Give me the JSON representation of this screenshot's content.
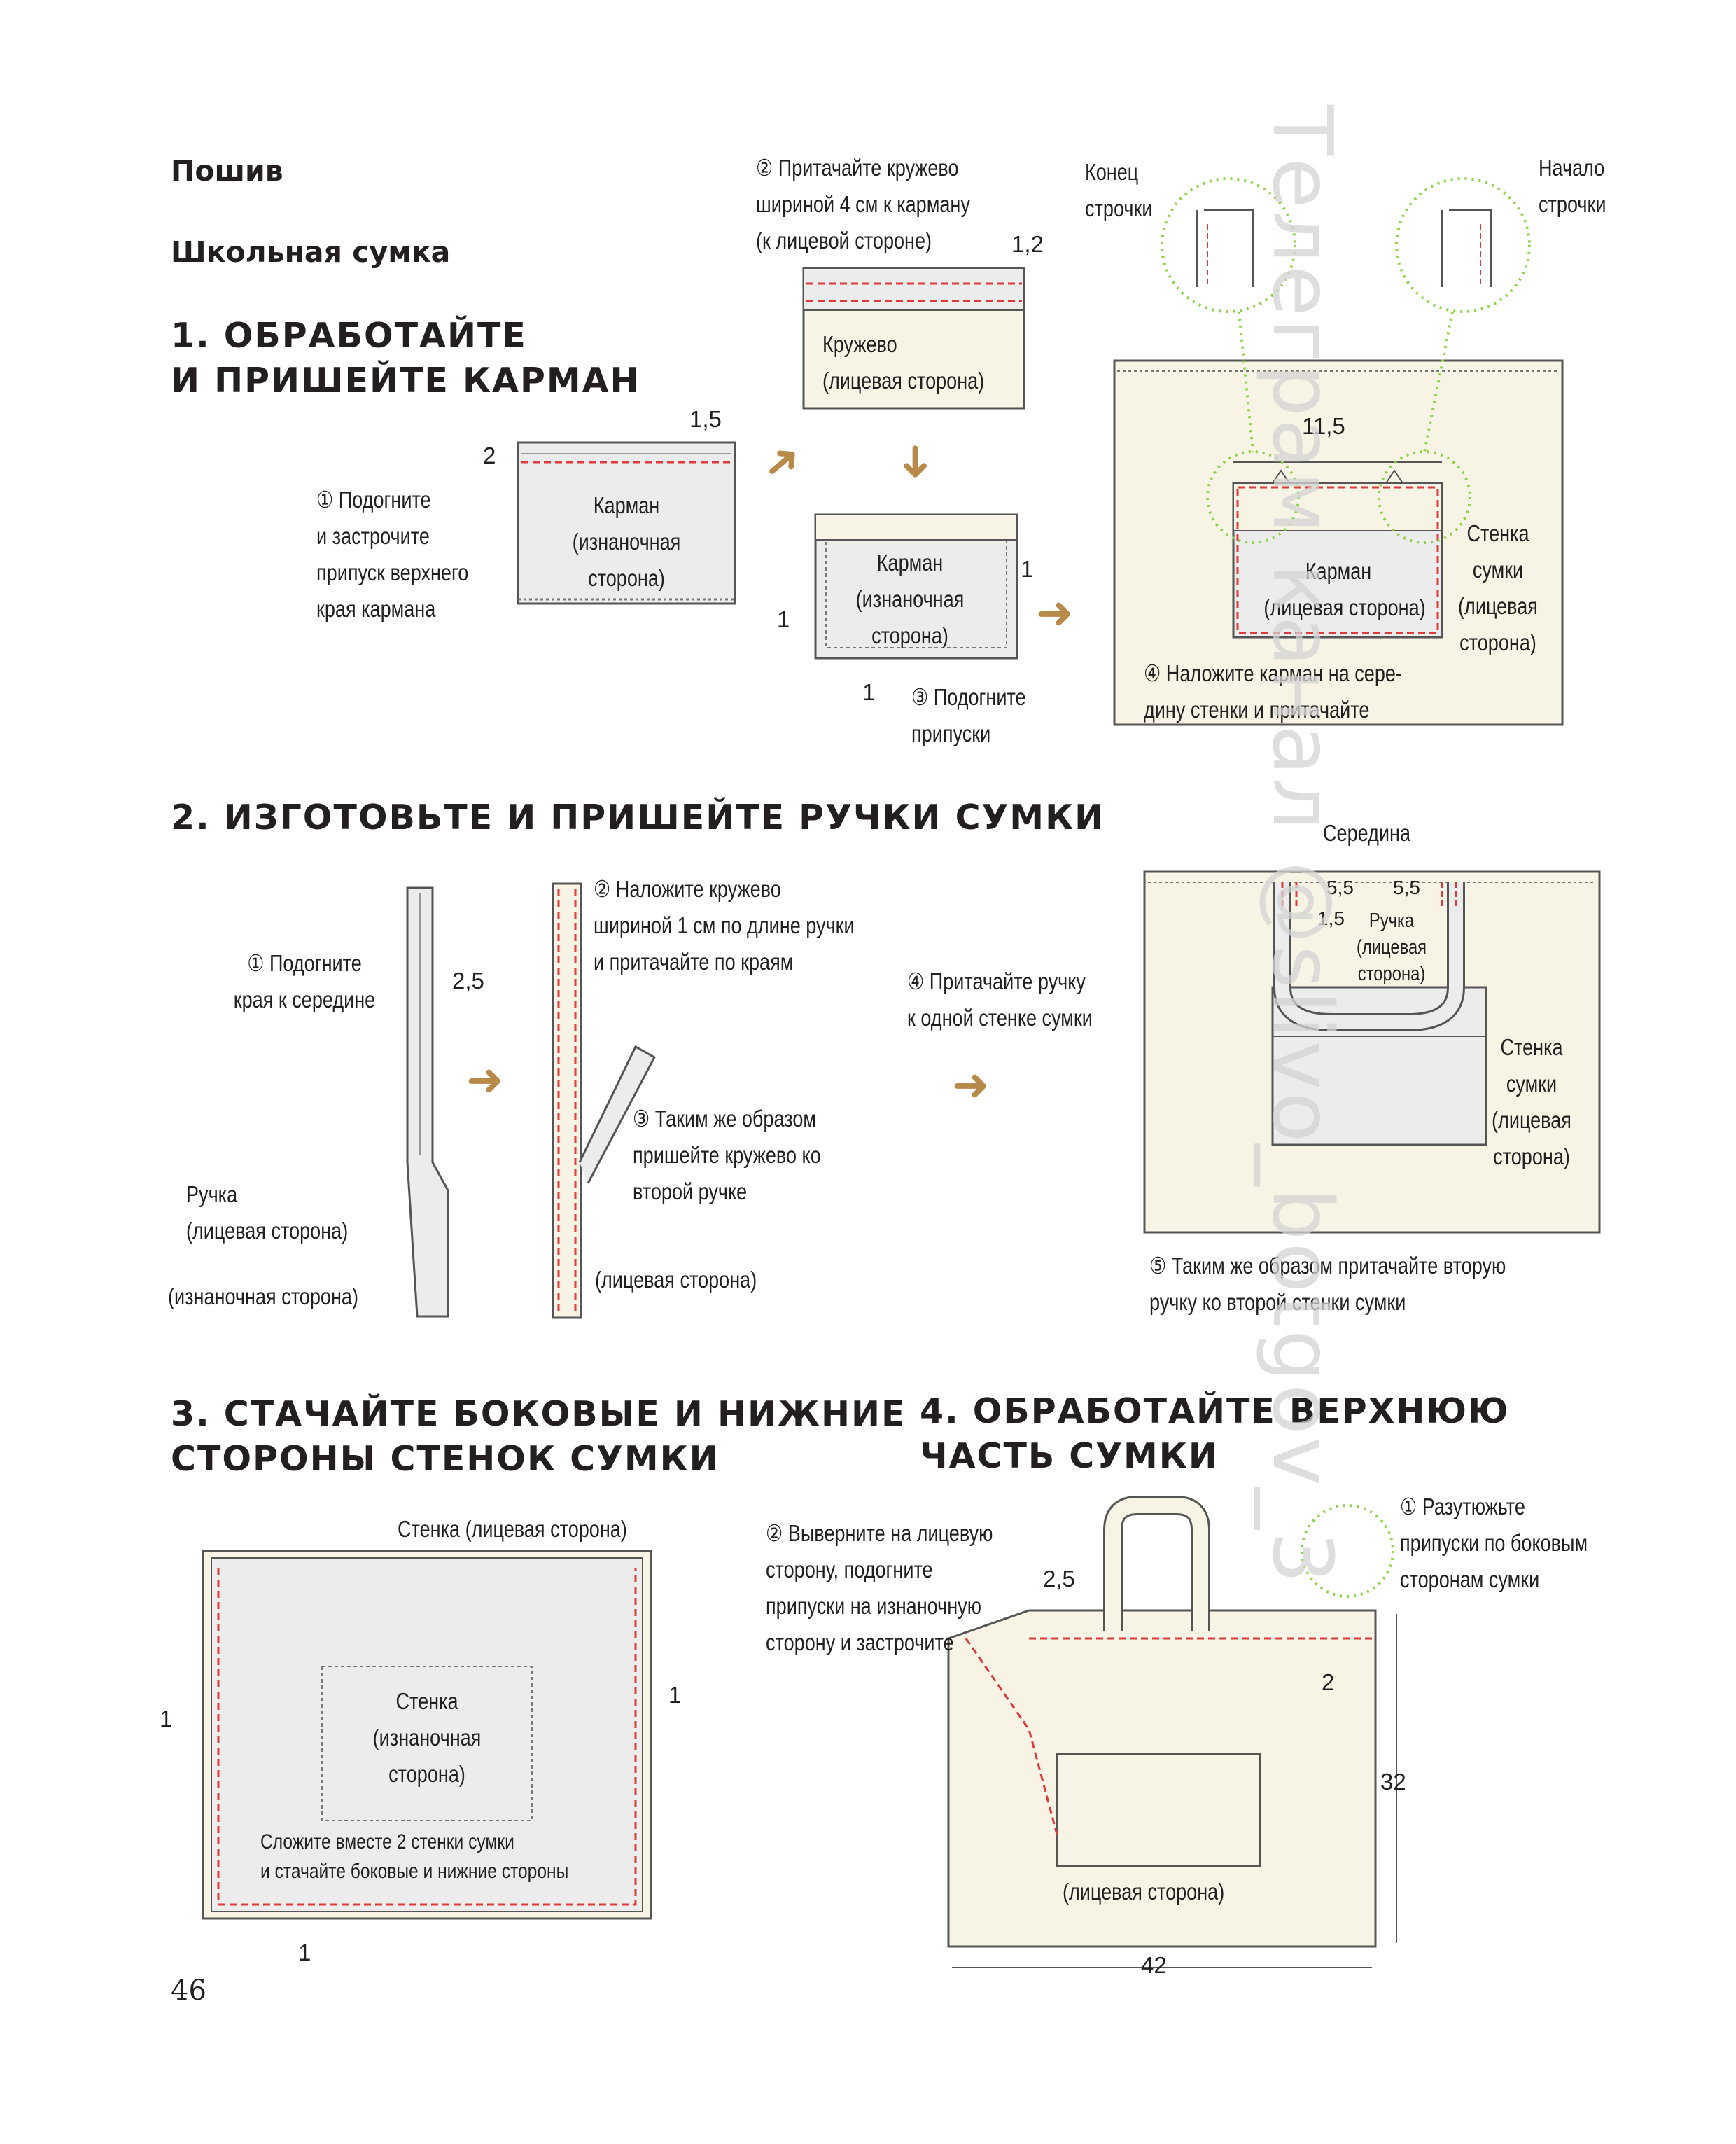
{
  "heading": "Пошив",
  "subheading": "Школьная сумка",
  "page_number": "46",
  "watermark": "Телеграм канал @slivo_botgov_3",
  "colors": {
    "fabric": "#f7f4e6",
    "lining": "#ececec",
    "stitch": "#e03a3a",
    "guide": "#8dd34a",
    "arrow": "#b88a4a",
    "outline": "#555555"
  },
  "step1": {
    "title_lines": [
      "1. ОБРАБОТАЙТЕ",
      "И ПРИШЕЙТЕ КАРМАН"
    ],
    "note1_lines": [
      "① Подогните",
      "и застрочите",
      "припуск верхнего",
      "края кармана"
    ],
    "pocket_lines": [
      "Карман",
      "(изнаночная",
      "сторона)"
    ],
    "dim_15": "1,5",
    "dim_2": "2",
    "note2_lines": [
      "② Притачайте кружево",
      "шириной 4 см к карману",
      "(к лицевой стороне)"
    ],
    "dim_12": "1,2",
    "lace_lines": [
      "Кружево",
      "(лицевая сторона)"
    ],
    "pocket2_lines": [
      "Карман",
      "(изнаночная",
      "сторона)"
    ],
    "dim_1a": "1",
    "dim_1b": "1",
    "dim_1c": "1",
    "note3_lines": [
      "③ Подогните",
      "припуски"
    ],
    "end_lines": [
      "Конец",
      "строчки"
    ],
    "start_lines": [
      "Начало",
      "строчки"
    ],
    "dim_115": "11,5",
    "pocket3_lines": [
      "Карман",
      "(лицевая сторона)"
    ],
    "wall_lines": [
      "Стенка",
      "сумки",
      "(лицевая",
      "сторона)"
    ],
    "note4_lines": [
      "④ Наложите карман на сере-",
      "дину стенки и притачайте"
    ]
  },
  "step2": {
    "title": "2. ИЗГОТОВЬТЕ И ПРИШЕЙТЕ РУЧКИ СУМКИ",
    "note1_lines": [
      "① Подогните",
      "края к середине"
    ],
    "dim_25": "2,5",
    "handle_lines": [
      "Ручка",
      "(лицевая сторона)"
    ],
    "wrong_side": "(изнаночная сторона)",
    "note2_lines": [
      "② Наложите кружево",
      "шириной 1 см по длине ручки",
      "и притачайте по краям"
    ],
    "note3_lines": [
      "③ Таким же образом",
      "пришейте кружево ко",
      "второй ручке"
    ],
    "right_side": "(лицевая сторона)",
    "note4_lines": [
      "④ Притачайте ручку",
      "к одной стенке сумки"
    ],
    "middle": "Середина",
    "dim_55a": "5,5",
    "dim_55b": "5,5",
    "dim_15": "1,5",
    "handle2_lines": [
      "Ручка",
      "(лицевая",
      "сторона)"
    ],
    "wall_lines": [
      "Стенка",
      "сумки",
      "(лицевая",
      "сторона)"
    ],
    "note5_lines": [
      "⑤ Таким же образом притачайте вторую",
      "ручку ко второй стенки сумки"
    ]
  },
  "step3": {
    "title_lines": [
      "3. СТАЧАЙТЕ БОКОВЫЕ И НИЖНИЕ",
      "СТОРОНЫ СТЕНОК СУМКИ"
    ],
    "wall_face": "Стенка (лицевая сторона)",
    "wall_lines": [
      "Стенка",
      "(изнаночная",
      "сторона)"
    ],
    "note_lines": [
      "Сложите вместе 2 стенки сумки",
      "и стачайте боковые и нижние стороны"
    ],
    "dim_left": "1",
    "dim_right": "1",
    "dim_bottom": "1"
  },
  "step4": {
    "title_lines": [
      "4. ОБРАБОТАЙТЕ ВЕРХНЮЮ",
      "ЧАСТЬ СУМКИ"
    ],
    "note1_lines": [
      "① Разутюжьте",
      "припуски по боковым",
      "сторонам сумки"
    ],
    "note2_lines": [
      "② Выверните на лицевую",
      "сторону, подогните",
      "припуски на изнаночную",
      "сторону и застрочите"
    ],
    "dim_25": "2,5",
    "dim_2": "2",
    "dim_32": "32",
    "dim_42": "42",
    "face": "(лицевая сторона)"
  }
}
